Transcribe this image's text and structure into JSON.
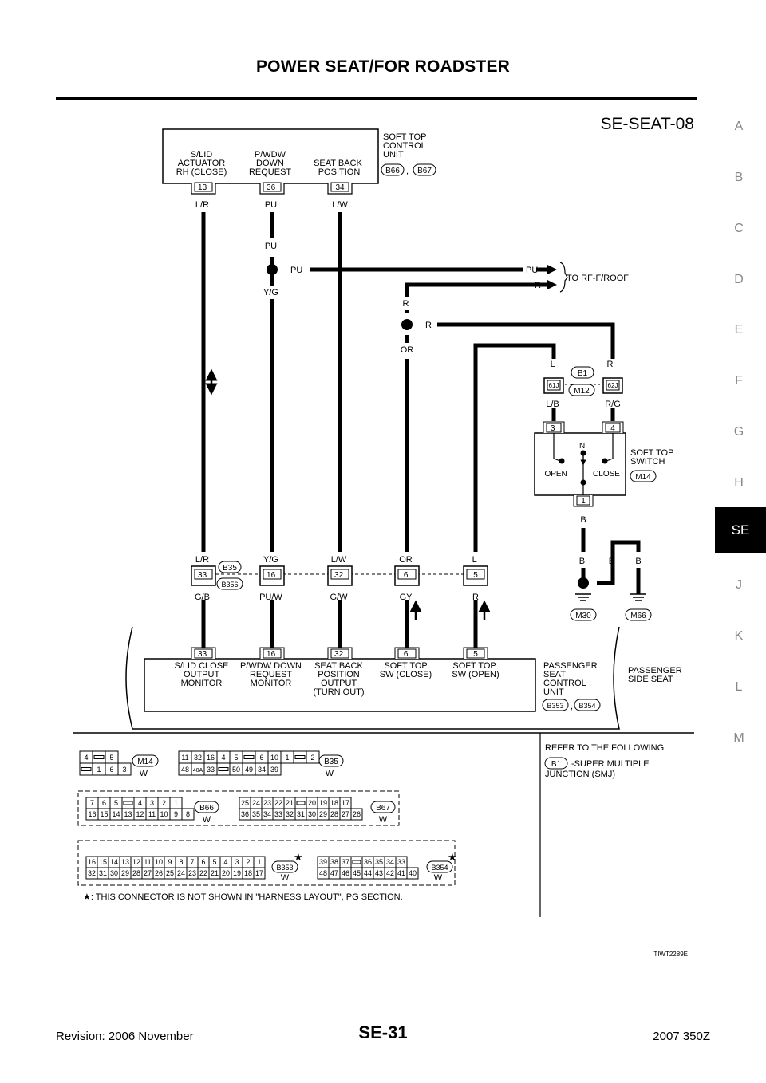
{
  "page": {
    "title": "POWER SEAT/FOR ROADSTER",
    "diagram_id": "SE-SEAT-08",
    "figure_code": "TIWT2289E",
    "side_tabs": [
      "A",
      "B",
      "C",
      "D",
      "E",
      "F",
      "G",
      "H",
      "SE",
      "J",
      "K",
      "L",
      "M"
    ],
    "active_tab": "SE",
    "footer": {
      "revision": "Revision: 2006 November",
      "page_number": "SE-31",
      "model": "2007 350Z"
    }
  },
  "soft_top_unit": {
    "label_lines": [
      "SOFT TOP",
      "CONTROL",
      "UNIT"
    ],
    "connectors": [
      "B66",
      "B67"
    ],
    "pins": [
      {
        "pin": "13",
        "lines": [
          "S/LID",
          "ACTUATOR",
          "RH (CLOSE)"
        ],
        "wire": "L/R"
      },
      {
        "pin": "36",
        "lines": [
          "P/WDW",
          "DOWN",
          "REQUEST"
        ],
        "wire": "PU"
      },
      {
        "pin": "34",
        "lines": [
          "SEAT BACK",
          "POSITION"
        ],
        "wire": "L/W"
      }
    ]
  },
  "splices": {
    "pu_top": "PU",
    "pu_right": "PU",
    "pu_bottom": "Y/G",
    "r_top": "R",
    "r_right": "R",
    "r_bottom": "OR",
    "to_rf_pu": "PU",
    "to_rf_r": "R",
    "to_rf_label": "TO RF-F/ROOF"
  },
  "smj": {
    "connector_top": "B1",
    "connector_bottom": "M12",
    "pin_left": "61J",
    "pin_right": "62J",
    "wire_left_top": "L",
    "wire_right_top": "R",
    "wire_left_bottom": "L/B",
    "wire_right_bottom": "R/G"
  },
  "soft_top_switch": {
    "label_lines": [
      "SOFT TOP",
      "SWITCH"
    ],
    "connector": "M14",
    "pin3": "3",
    "pin4": "4",
    "pin1": "1",
    "pos_n": "N",
    "pos_open": "OPEN",
    "pos_close": "CLOSE",
    "wire_out": "B"
  },
  "ground": {
    "wire1": "B",
    "wire2": "B",
    "wire3": "B",
    "g1": "M30",
    "g2": "M66"
  },
  "joint_connector": {
    "top": "B35",
    "bottom": "B356",
    "pins": [
      {
        "pin": "33",
        "above": "L/R",
        "below": "G/B"
      },
      {
        "pin": "16",
        "above": "Y/G",
        "below": "PU/W"
      },
      {
        "pin": "32",
        "above": "L/W",
        "below": "G/W"
      },
      {
        "pin": "6",
        "above": "OR",
        "below": "GY"
      },
      {
        "pin": "5",
        "above": "L",
        "below": "R"
      }
    ]
  },
  "passenger_unit": {
    "label_lines": [
      "PASSENGER",
      "SEAT",
      "CONTROL",
      "UNIT"
    ],
    "connectors": [
      "B353",
      "B354"
    ],
    "side_label_lines": [
      "PASSENGER",
      "SIDE SEAT"
    ],
    "pins": [
      {
        "pin": "33",
        "lines": [
          "S/LID CLOSE",
          "OUTPUT",
          "MONITOR"
        ]
      },
      {
        "pin": "16",
        "lines": [
          "P/WDW DOWN",
          "REQUEST",
          "MONITOR"
        ]
      },
      {
        "pin": "32",
        "lines": [
          "SEAT BACK",
          "POSITION",
          "OUTPUT",
          "(TURN OUT)"
        ]
      },
      {
        "pin": "6",
        "lines": [
          "SOFT TOP",
          "SW (CLOSE)"
        ]
      },
      {
        "pin": "5",
        "lines": [
          "SOFT TOP",
          "SW (OPEN)"
        ]
      }
    ]
  },
  "reference": {
    "heading": "REFER TO THE FOLLOWING.",
    "item_connector": "B1",
    "item_lines": [
      "-SUPER MULTIPLE",
      "JUNCTION (SMJ)"
    ],
    "note": "★: THIS CONNECTOR IS NOT SHOWN IN \"HARNESS LAYOUT\", PG SECTION."
  },
  "connector_faces": {
    "m14": {
      "id": "M14",
      "color": "W",
      "row1": [
        "4",
        "",
        "5"
      ],
      "row2": [
        "",
        "1",
        "6",
        "3"
      ]
    },
    "b35": {
      "id": "B35",
      "color": "W",
      "row1": [
        "11",
        "32",
        "16",
        "4",
        "5",
        "",
        "6",
        "10",
        "1",
        "",
        "2"
      ],
      "row2": [
        "48",
        "40A",
        "33",
        "",
        "50",
        "49",
        "34",
        "39"
      ]
    },
    "b66": {
      "id": "B66",
      "color": "W",
      "row1": [
        "7",
        "6",
        "5",
        "",
        "4",
        "3",
        "2",
        "1"
      ],
      "row2": [
        "16",
        "15",
        "14",
        "13",
        "12",
        "11",
        "10",
        "9",
        "8"
      ]
    },
    "b67": {
      "id": "B67",
      "color": "W",
      "row1": [
        "25",
        "24",
        "23",
        "22",
        "21",
        "",
        "20",
        "19",
        "18",
        "17"
      ],
      "row2": [
        "36",
        "35",
        "34",
        "33",
        "32",
        "31",
        "30",
        "29",
        "28",
        "27",
        "26"
      ]
    },
    "b353": {
      "id": "B353",
      "color": "W",
      "row1": [
        "16",
        "15",
        "14",
        "13",
        "12",
        "11",
        "10",
        "9",
        "8",
        "7",
        "6",
        "5",
        "4",
        "3",
        "2",
        "1"
      ],
      "row2": [
        "32",
        "31",
        "30",
        "29",
        "28",
        "27",
        "26",
        "25",
        "24",
        "23",
        "22",
        "21",
        "20",
        "19",
        "18",
        "17"
      ]
    },
    "b354": {
      "id": "B354",
      "color": "W",
      "row1": [
        "39",
        "38",
        "37",
        "",
        "36",
        "35",
        "34",
        "33"
      ],
      "row2": [
        "48",
        "47",
        "46",
        "45",
        "44",
        "43",
        "42",
        "41",
        "40"
      ]
    },
    "star": "★"
  }
}
